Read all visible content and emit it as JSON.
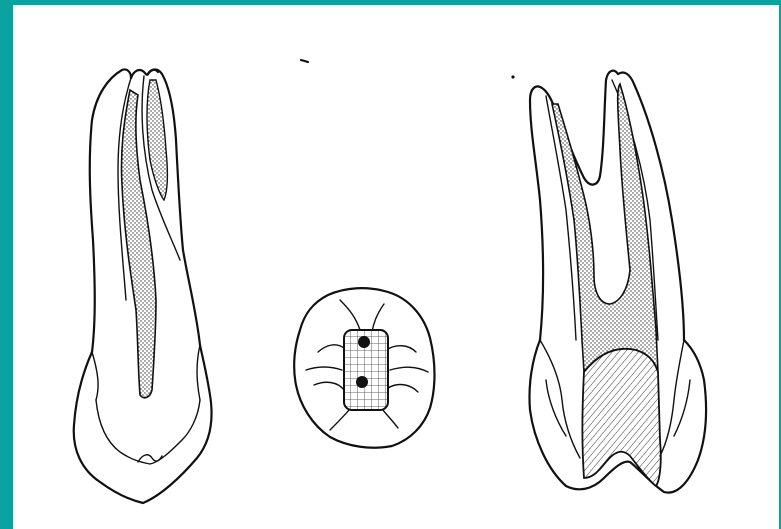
{
  "figure": {
    "border_color": "#0aa3a0",
    "background_color": "#ffffff",
    "ink_color": "#111111",
    "panels": [
      {
        "name": "tooth-side-view",
        "icon": "tooth-side-view-icon"
      },
      {
        "name": "tooth-occlusal-view",
        "icon": "tooth-occlusal-view-icon"
      },
      {
        "name": "tooth-sectioned-view",
        "icon": "tooth-sectioned-view-icon"
      }
    ]
  }
}
